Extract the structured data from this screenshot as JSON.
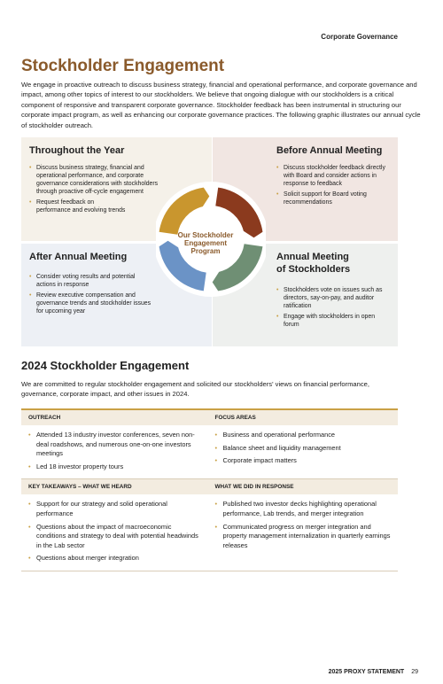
{
  "header": {
    "section": "Corporate Governance"
  },
  "title": "Stockholder Engagement",
  "intro": "We engage in proactive outreach to discuss business strategy, financial and operational performance, and corporate governance and impact, among other topics of interest to our stockholders. We believe that ongoing dialogue with our stockholders is a critical component of responsive and transparent corporate governance. Stockholder feedback has been instrumental in structuring our corporate impact program, as well as enhancing our corporate governance practices. The following graphic illustrates our annual cycle of stockholder outreach.",
  "cycle": {
    "center_label": "Our Stockholder Engagement Program",
    "colors": {
      "gold": "#c9962e",
      "brown": "#8b3a1e",
      "green": "#6f8f74",
      "blue": "#6b93c6"
    },
    "quadrants": {
      "throughout": {
        "title": "Throughout the Year",
        "items": [
          "Discuss business strategy, financial and operational performance, and corporate governance considerations with stockholders through proactive off-cycle engagement",
          "Request feedback on performance and evolving trends"
        ]
      },
      "before": {
        "title": "Before Annual Meeting",
        "items": [
          "Discuss stockholder feedback directly with Board and consider actions in response to feedback",
          "Solicit support for Board voting recommendations"
        ]
      },
      "after": {
        "title": "After Annual Meeting",
        "items": [
          "Consider voting results and potential actions in response",
          "Review executive compensation and governance trends and stockholder issues for upcoming year"
        ]
      },
      "annual": {
        "title_line1": "Annual Meeting",
        "title_line2": "of Stockholders",
        "items": [
          "Stockholders vote on issues such as directors, say-on-pay, and auditor ratification",
          "Engage with stockholders in open forum"
        ]
      }
    }
  },
  "engagement_2024": {
    "title": "2024 Stockholder Engagement",
    "intro": "We are committed to regular stockholder engagement and solicited our stockholders' views on financial performance, governance, corporate impact, and other issues in 2024.",
    "table": {
      "outreach_header": "OUTREACH",
      "focus_header": "FOCUS AREAS",
      "outreach_items": [
        "Attended 13 industry investor conferences, seven non-deal roadshows, and numerous one-on-one investors meetings",
        "Led 18 investor property tours"
      ],
      "focus_items": [
        "Business and operational performance",
        "Balance sheet and liquidity management",
        "Corporate impact matters"
      ],
      "takeaways_header": "KEY TAKEAWAYS – WHAT WE HEARD",
      "response_header": "WHAT WE DID IN RESPONSE",
      "takeaways_items": [
        "Support for our strategy and solid operational performance",
        "Questions about the impact of macroeconomic conditions and strategy to deal with potential headwinds in the Lab sector",
        "Questions about merger integration"
      ],
      "response_items": [
        "Published two investor decks highlighting operational performance, Lab trends, and merger integration",
        "Communicated progress on merger integration and property management internalization in quarterly earnings releases"
      ]
    }
  },
  "footer": {
    "label": "2025 PROXY STATEMENT",
    "page": "29"
  }
}
